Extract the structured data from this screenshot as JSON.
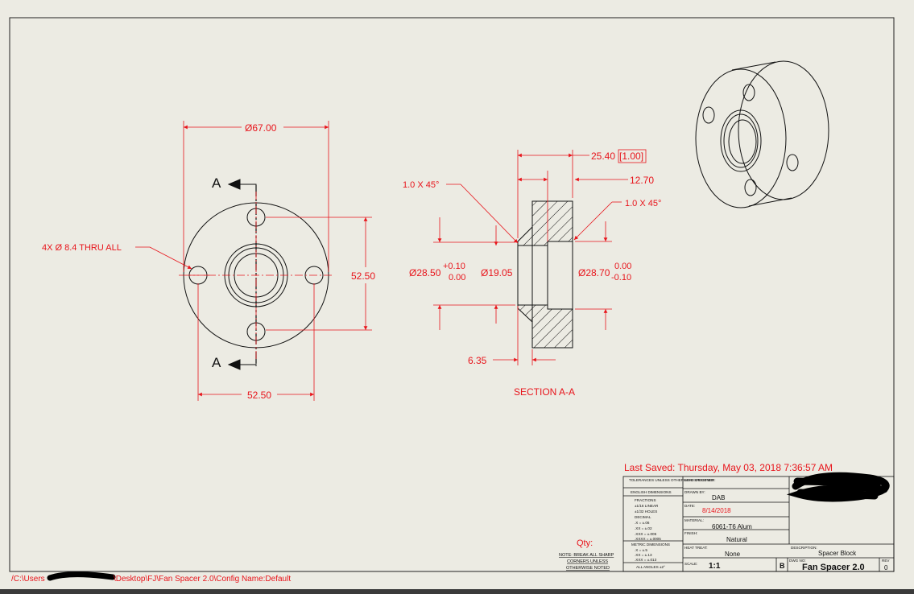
{
  "front_view": {
    "dim_diameter_outer": "Ø67.00",
    "dim_bolt_vertical": "52.50",
    "dim_bolt_horizontal": "52.50",
    "hole_callout": "4X  Ø 8.4 THRU ALL",
    "section_label_top": "A",
    "section_label_bottom": "A"
  },
  "section_view": {
    "dim_total_width": "25.40",
    "dim_total_width_in": "[1.00]",
    "dim_flange": "12.70",
    "chamfer_left": "1.0 X 45°",
    "chamfer_right": "1.0 X 45°",
    "dim_boss_dia": "Ø28.50",
    "tol_boss_upper": "+0.10",
    "tol_boss_lower": "0.00",
    "dim_bore": "Ø19.05",
    "dim_recess_dia": "Ø28.70",
    "tol_recess_upper": "0.00",
    "tol_recess_lower": "-0.10",
    "dim_step": "6.35",
    "caption": "SECTION A-A"
  },
  "title_block": {
    "last_saved": "Last Saved: Thursday, May 03, 2018 7:36:57 AM",
    "tolerances_header": "TOLERANCES UNLESS OTHERWISE SPECIFIED",
    "english_header": "ENGLISH DIMENSIONS",
    "fractions": "FRACTIONS",
    "frac_linear": "±1/16   LINEAR",
    "frac_holes": "±1/32   HOLES",
    "decimal": "DECIMAL",
    "dec_x": ".X     = ±.06",
    "dec_xx": ".XX    = ±.02",
    "dec_xxx": ".XXX   = ±.005",
    "dec_xxxx": ".XXXX  = ±.0005",
    "metric_header": "METRIC DIMENSIONS",
    "met_x": ".X     = ±.5",
    "met_xx": ".XX    = ±.13",
    "met_xxx": ".XXX   = ±.013",
    "angles": "ALL ANGLES ±2°",
    "lead_designer_label": "LEAD DESIGNER:",
    "drawn_by_label": "DRAWN BY:",
    "drawn_by": "DAB",
    "date_label": "DATE:",
    "date": "8/14/2018",
    "material_label": "MATERIAL:",
    "material": "6061-T6 Alum",
    "finish_label": "FINISH:",
    "finish": "Natural",
    "heat_treat_label": "HEAT TREAT:",
    "heat_treat": "None",
    "scale_label": "SCALE:",
    "scale": "1:1",
    "size": "B",
    "description_label": "DESCRIPTION:",
    "description": "Spacer Block",
    "dwg_no_label": "DWG NO:",
    "dwg_no": "Fan Spacer 2.0",
    "rev_label": "REV",
    "rev": "0",
    "qty_label": "Qty:",
    "note_1": "NOTE: BREAK ALL SHARP",
    "note_2": "CORNERS UNLESS",
    "note_3": "OTHERWISE NOTED"
  },
  "file_path": "/C:\\Users",
  "file_path_tail": "\\Desktop\\FJ\\Fan Spacer 2.0\\Config Name:Default"
}
